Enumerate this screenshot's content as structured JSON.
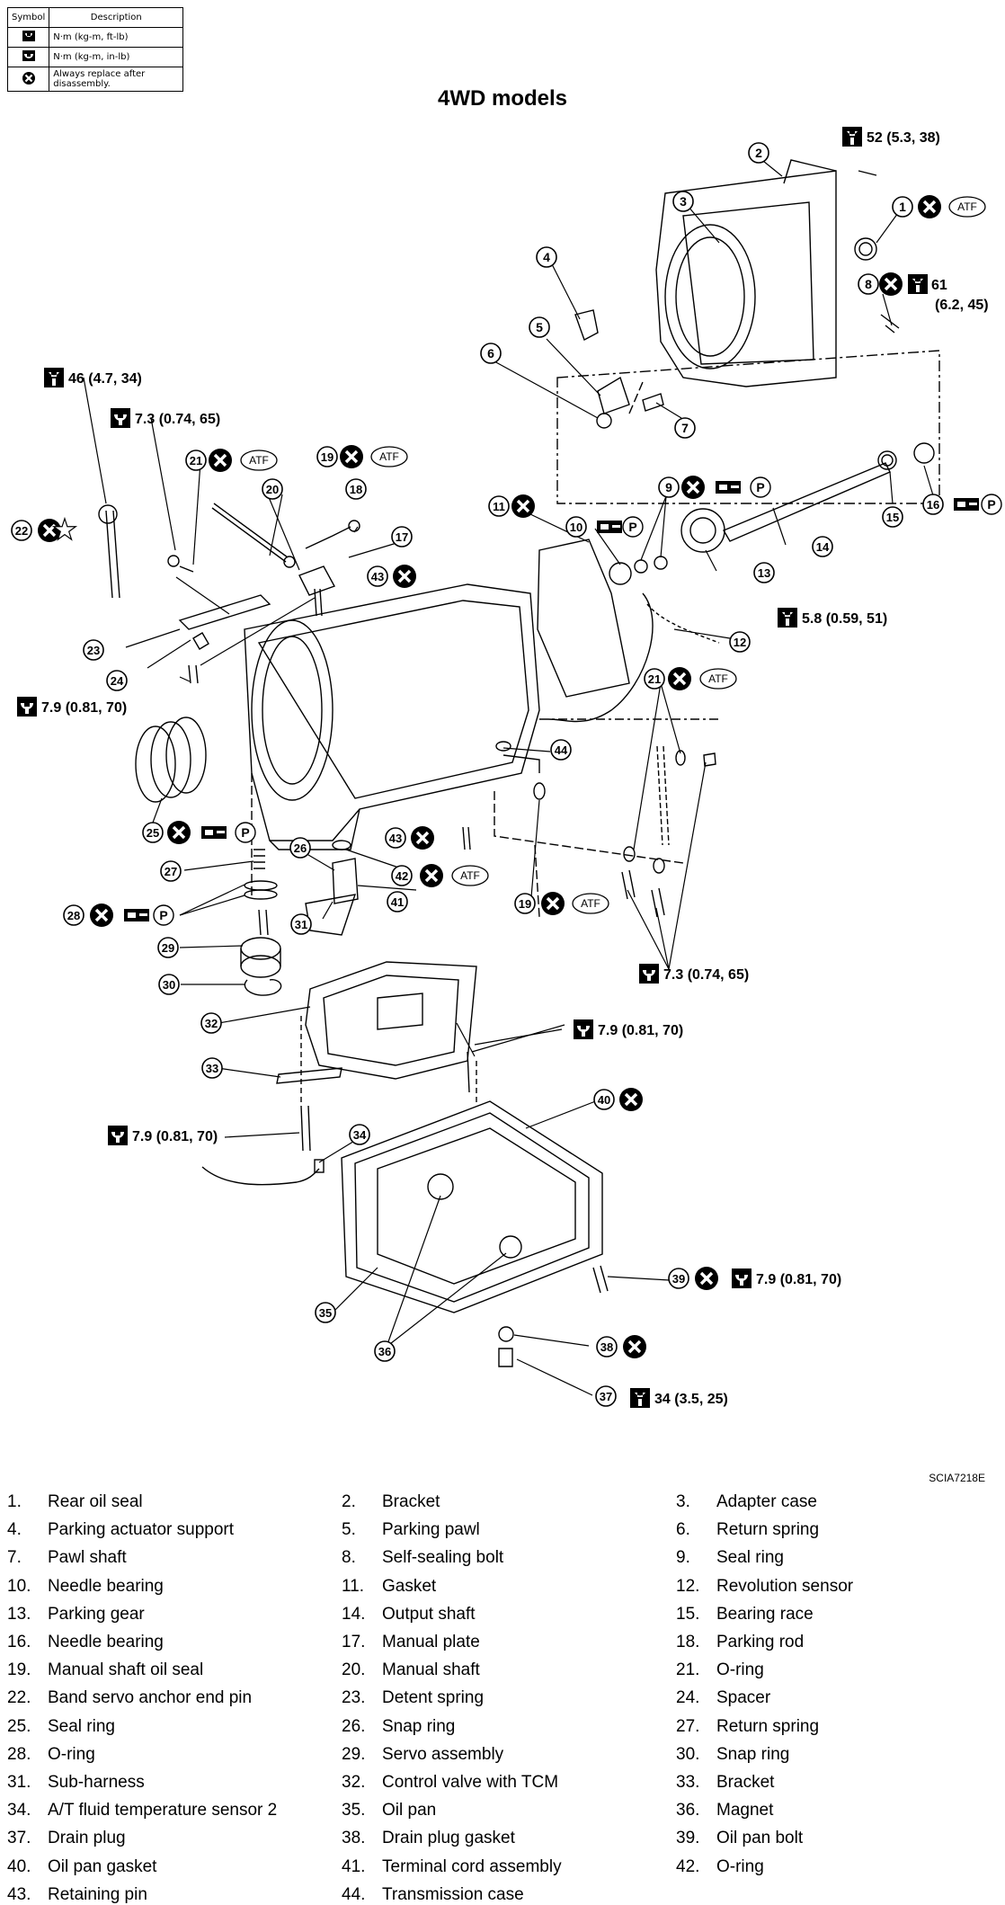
{
  "legend": {
    "header_symbol": "Symbol",
    "header_description": "Description",
    "rows": [
      {
        "icon": "torque-wrench-icon",
        "description": "N·m (kg-m, ft-lb)"
      },
      {
        "icon": "torque-wrench-small-icon",
        "description": "N·m (kg-m, in-lb)"
      },
      {
        "icon": "replace-x-icon",
        "description": "Always replace after disassembly."
      }
    ]
  },
  "title": "4WD models",
  "callouts": {
    "c1": "1",
    "c2": "2",
    "c3": "3",
    "c4": "4",
    "c5": "5",
    "c6": "6",
    "c7": "7",
    "c8": "8",
    "c9": "9",
    "c10": "10",
    "c11": "11",
    "c12": "12",
    "c13": "13",
    "c14": "14",
    "c15": "15",
    "c16": "16",
    "c17": "17",
    "c18": "18",
    "c19a": "19",
    "c19b": "19",
    "c20": "20",
    "c21a": "21",
    "c21b": "21",
    "c22": "22",
    "c23": "23",
    "c24": "24",
    "c25": "25",
    "c26": "26",
    "c27": "27",
    "c28": "28",
    "c29": "29",
    "c30": "30",
    "c31": "31",
    "c32": "32",
    "c33": "33",
    "c34": "34",
    "c35": "35",
    "c36": "36",
    "c37": "37",
    "c38": "38",
    "c39": "39",
    "c40": "40",
    "c41": "41",
    "c42": "42",
    "c43a": "43",
    "c43b": "43",
    "c44": "44"
  },
  "torques": {
    "t52": "52  (5.3,  38)",
    "t61a": "61",
    "t61b": "(6.2,  45)",
    "t46": "46  (4.7,  34)",
    "t73a": "7.3  (0.74,  65)",
    "t58": "5.8  (0.59,  51)",
    "t79a": "7.9  (0.81,  70)",
    "t73b": "7.3  (0.74,  65)",
    "t79b": "7.9  (0.81,  70)",
    "t79c": "7.9  (0.81,  70)",
    "t79d": "7.9  (0.81,  70)",
    "t34": "34  (3.5,  25)"
  },
  "badges": {
    "atf": "ATF",
    "p": "P"
  },
  "ref_code": "SCIA7218E",
  "parts": [
    {
      "num": "1.",
      "name": "Rear oil seal"
    },
    {
      "num": "2.",
      "name": "Bracket"
    },
    {
      "num": "3.",
      "name": "Adapter case"
    },
    {
      "num": "4.",
      "name": "Parking actuator support"
    },
    {
      "num": "5.",
      "name": "Parking pawl"
    },
    {
      "num": "6.",
      "name": "Return spring"
    },
    {
      "num": "7.",
      "name": "Pawl shaft"
    },
    {
      "num": "8.",
      "name": "Self-sealing bolt"
    },
    {
      "num": "9.",
      "name": "Seal ring"
    },
    {
      "num": "10.",
      "name": "Needle bearing"
    },
    {
      "num": "11.",
      "name": "Gasket"
    },
    {
      "num": "12.",
      "name": "Revolution sensor"
    },
    {
      "num": "13.",
      "name": "Parking gear"
    },
    {
      "num": "14.",
      "name": "Output shaft"
    },
    {
      "num": "15.",
      "name": "Bearing race"
    },
    {
      "num": "16.",
      "name": "Needle bearing"
    },
    {
      "num": "17.",
      "name": "Manual plate"
    },
    {
      "num": "18.",
      "name": "Parking rod"
    },
    {
      "num": "19.",
      "name": "Manual shaft oil seal"
    },
    {
      "num": "20.",
      "name": "Manual shaft"
    },
    {
      "num": "21.",
      "name": "O-ring"
    },
    {
      "num": "22.",
      "name": "Band servo anchor end pin"
    },
    {
      "num": "23.",
      "name": "Detent spring"
    },
    {
      "num": "24.",
      "name": "Spacer"
    },
    {
      "num": "25.",
      "name": "Seal ring"
    },
    {
      "num": "26.",
      "name": "Snap ring"
    },
    {
      "num": "27.",
      "name": "Return spring"
    },
    {
      "num": "28.",
      "name": "O-ring"
    },
    {
      "num": "29.",
      "name": "Servo assembly"
    },
    {
      "num": "30.",
      "name": "Snap ring"
    },
    {
      "num": "31.",
      "name": "Sub-harness"
    },
    {
      "num": "32.",
      "name": "Control valve with TCM"
    },
    {
      "num": "33.",
      "name": "Bracket"
    },
    {
      "num": "34.",
      "name": "A/T fluid temperature sensor 2"
    },
    {
      "num": "35.",
      "name": "Oil pan"
    },
    {
      "num": "36.",
      "name": "Magnet"
    },
    {
      "num": "37.",
      "name": "Drain plug"
    },
    {
      "num": "38.",
      "name": "Drain plug gasket"
    },
    {
      "num": "39.",
      "name": "Oil pan bolt"
    },
    {
      "num": "40.",
      "name": "Oil pan gasket"
    },
    {
      "num": "41.",
      "name": "Terminal cord assembly"
    },
    {
      "num": "42.",
      "name": "O-ring"
    },
    {
      "num": "43.",
      "name": "Retaining pin"
    },
    {
      "num": "44.",
      "name": "Transmission case"
    }
  ]
}
